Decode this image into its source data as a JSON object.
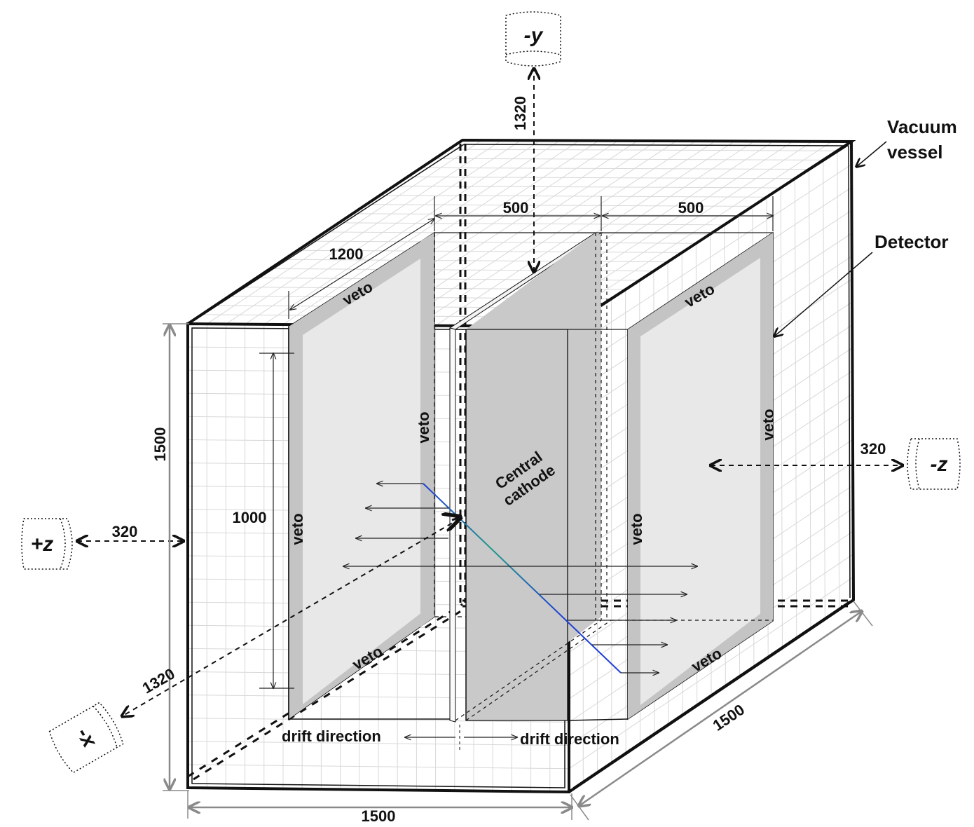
{
  "labels": {
    "vacuum_vessel_line1": "Vacuum",
    "vacuum_vessel_line2": "vessel",
    "detector": "Detector",
    "central_cathode_line1": "Central",
    "central_cathode_line2": "cathode",
    "drift_left": "drift direction",
    "drift_right": "drift direction",
    "veto": "veto"
  },
  "axes": {
    "neg_y": "-y",
    "pos_z": "+z",
    "neg_z": "-z",
    "neg_x": "-x"
  },
  "dimensions": {
    "top_clearance": "1320",
    "side_clearance_left": "320",
    "side_clearance_right": "320",
    "front_clearance": "1320",
    "detector_width_left": "500",
    "detector_width_right": "500",
    "detector_depth": "1200",
    "detector_height": "1000",
    "vessel_height": "1500",
    "vessel_width": "1500",
    "vessel_depth": "1500"
  },
  "colors": {
    "panel_fill": "#e6e6e6",
    "veto_band": "#c4c4c4",
    "cathode_fill": "#c9c9c9",
    "track_start": "#1f9a8a",
    "track_end": "#1f3fd6",
    "grid": "#d6d6d6"
  }
}
